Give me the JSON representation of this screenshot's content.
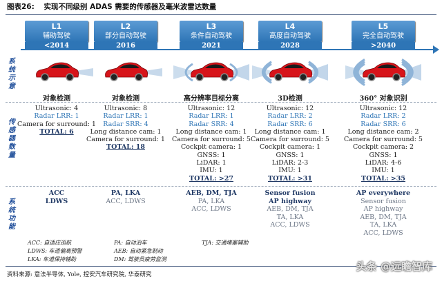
{
  "header": {
    "figure": "图表26:",
    "title": "实现不同级别 ADAS 需要的传感器及毫米波雷达数量"
  },
  "row_labels": {
    "diagram": "系统示意",
    "sensors": "传感器数量",
    "functions": "系统功能"
  },
  "levels": [
    {
      "level": "L1",
      "name": "辅助驾驶",
      "year": "<2014",
      "caption": "对象检测",
      "sensors": [
        {
          "text": "Ultrasonic: 4",
          "style": "plain"
        },
        {
          "text": "Radar LRR: 1",
          "style": "blue"
        },
        {
          "text": "Camera for surround: 1",
          "style": "plain"
        },
        {
          "text": "TOTAL: 6",
          "style": "total"
        }
      ],
      "functions": [
        {
          "text": "ACC",
          "style": "new"
        },
        {
          "text": "LDWS",
          "style": "new"
        }
      ]
    },
    {
      "level": "L2",
      "name": "部分自动驾驶",
      "year": "2016",
      "caption": "对象检测",
      "sensors": [
        {
          "text": "Ultrasonic: 8",
          "style": "plain"
        },
        {
          "text": "Radar LRR: 1",
          "style": "blue"
        },
        {
          "text": "Radar SRR: 4",
          "style": "blue"
        },
        {
          "text": "Long distance cam: 1",
          "style": "plain"
        },
        {
          "text": "Camera for surround: 1",
          "style": "plain"
        },
        {
          "text": "TOTAL: 18",
          "style": "total"
        }
      ],
      "functions": [
        {
          "text": "PA, LKA",
          "style": "new"
        },
        {
          "text": "ACC, LDWS",
          "style": "old"
        }
      ]
    },
    {
      "level": "L3",
      "name": "条件自动驾驶",
      "year": "2021",
      "caption": "高分辨率目标分离",
      "sensors": [
        {
          "text": "Ultrasonic: 12",
          "style": "plain"
        },
        {
          "text": "Radar LRR: 1",
          "style": "blue"
        },
        {
          "text": "Radar SRR: 4",
          "style": "blue"
        },
        {
          "text": "Long distance cam: 1",
          "style": "plain"
        },
        {
          "text": "Camera for surround: 5",
          "style": "plain"
        },
        {
          "text": "Cockpit camera: 1",
          "style": "plain"
        },
        {
          "text": "GNSS: 1",
          "style": "plain"
        },
        {
          "text": "LiDAR: 1",
          "style": "plain"
        },
        {
          "text": "IMU: 1",
          "style": "plain"
        },
        {
          "text": "TOTAL: >27",
          "style": "total"
        }
      ],
      "functions": [
        {
          "text": "AEB, DM, TJA",
          "style": "new"
        },
        {
          "text": "PA, LKA",
          "style": "old"
        },
        {
          "text": "ACC, LDWS",
          "style": "old"
        }
      ]
    },
    {
      "level": "L4",
      "name": "高度自动驾驶",
      "year": "2028",
      "caption": "3D检测",
      "sensors": [
        {
          "text": "Ultrasonic: 12",
          "style": "plain"
        },
        {
          "text": "Radar LRR: 2",
          "style": "blue"
        },
        {
          "text": "Radar SRR: 6",
          "style": "blue"
        },
        {
          "text": "Long distance cam: 1",
          "style": "plain"
        },
        {
          "text": "Camera for surround: 5",
          "style": "plain"
        },
        {
          "text": "Cockpit camera: 1",
          "style": "plain"
        },
        {
          "text": "GNSS: 1",
          "style": "plain"
        },
        {
          "text": "LiDAR: 2-3",
          "style": "plain"
        },
        {
          "text": "IMU: 1",
          "style": "plain"
        },
        {
          "text": "TOTAL: >31",
          "style": "total"
        }
      ],
      "functions": [
        {
          "text": "Sensor fusion",
          "style": "new"
        },
        {
          "text": "AP highway",
          "style": "new"
        },
        {
          "text": "AEB, DM, TJA",
          "style": "old"
        },
        {
          "text": "TA, LKA",
          "style": "old"
        },
        {
          "text": "ACC, LDWS",
          "style": "old"
        }
      ]
    },
    {
      "level": "L5",
      "name": "完全自动驾驶",
      "year": ">2040",
      "caption": "360° 对象识别",
      "sensors": [
        {
          "text": "Ultrasonic: 12",
          "style": "plain"
        },
        {
          "text": "Radar LRR: 2",
          "style": "blue"
        },
        {
          "text": "Radar SRR: 6",
          "style": "blue"
        },
        {
          "text": "Long distance cam: 2",
          "style": "plain"
        },
        {
          "text": "Camera for surround: 5",
          "style": "plain"
        },
        {
          "text": "Cockpit camera: 2",
          "style": "plain"
        },
        {
          "text": "GNSS: 1",
          "style": "plain"
        },
        {
          "text": "LiDAR: 4-6",
          "style": "plain"
        },
        {
          "text": "IMU: 1",
          "style": "plain"
        },
        {
          "text": "TOTAL: >35",
          "style": "total"
        }
      ],
      "functions": [
        {
          "text": "AP everywhere",
          "style": "new"
        },
        {
          "text": "Sensor fusion",
          "style": "old"
        },
        {
          "text": "AP highway",
          "style": "old"
        },
        {
          "text": "AEB, DM, TJA",
          "style": "old"
        },
        {
          "text": "TA, LKA",
          "style": "old"
        },
        {
          "text": "ACC, LDWS",
          "style": "old"
        }
      ]
    }
  ],
  "legend": [
    [
      "ACC: 自适应巡航",
      "PA: 自动泊车",
      "TJA: 交通堵塞辅助"
    ],
    [
      "LDWS: 车道偏离预警",
      "AEB: 自动紧急制动",
      ""
    ],
    [
      "LKA: 车道保持辅助",
      "DM: 驾驶员疲劳监测",
      ""
    ]
  ],
  "source": "资料来源: 意法半导体, Yole, 控安汽车研究院, 华泰研究",
  "watermark": "头条 @远瞻智库",
  "colors": {
    "accent": "#2e75b6",
    "dark": "#1f3864",
    "car": "#d7141a",
    "wave": "#8fb4d8"
  }
}
